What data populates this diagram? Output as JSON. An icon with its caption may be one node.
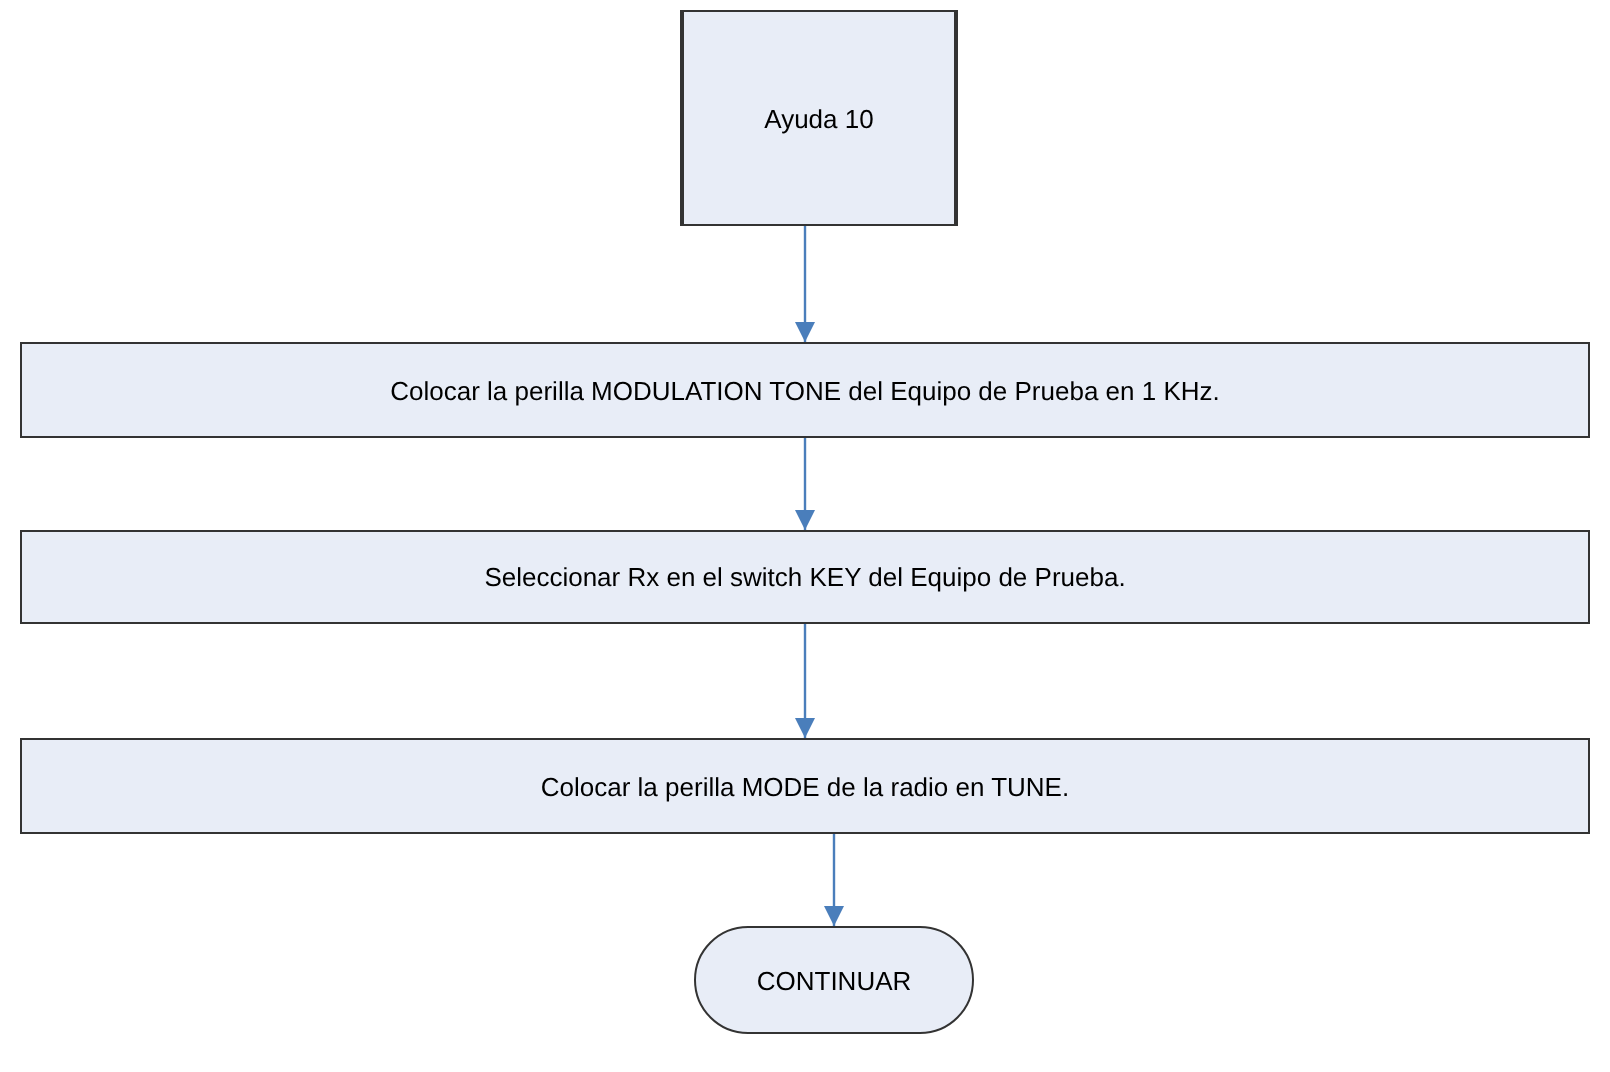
{
  "diagram": {
    "nodes": [
      {
        "text": [
          "Ayuda 10"
        ]
      },
      {
        "text": [
          "Colocar la perilla MODULATION TONE del Equipo de Prueba en 1 KHz."
        ]
      },
      {
        "text": [
          "Seleccionar Rx en el switch KEY del Equipo de Prueba."
        ]
      },
      {
        "text": [
          "Colocar la perilla MODE de la radio en TUNE."
        ]
      },
      {
        "text": [
          "CONTINUAR"
        ]
      }
    ],
    "edges": [
      {
        "from": 0,
        "to": 1,
        "arrow": "to"
      },
      {
        "from": 1,
        "to": 2,
        "arrow": "to"
      },
      {
        "from": 2,
        "to": 3,
        "arrow": "to"
      },
      {
        "from": 3,
        "to": 4,
        "arrow": "to"
      }
    ]
  }
}
